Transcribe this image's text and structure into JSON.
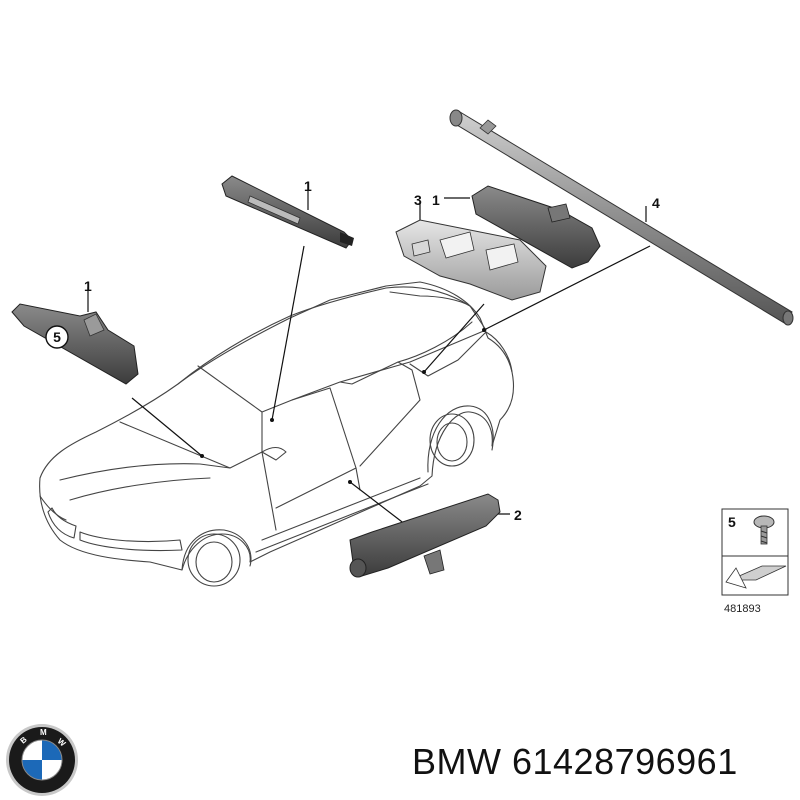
{
  "callouts": {
    "c1_top": "1",
    "c1_left": "1",
    "c1_right": "1",
    "c3": "3",
    "c4": "4",
    "c2": "2",
    "c5_on_part": "5"
  },
  "legend": {
    "item_number": "5",
    "catalog_code": "481893"
  },
  "logo": {
    "lettering": "BMW",
    "colors": {
      "ring": "#1a1a1a",
      "blue": "#1c69b8",
      "white": "#ffffff",
      "silver": "#c8c8c8"
    }
  },
  "part_label": "BMW 61428796961"
}
